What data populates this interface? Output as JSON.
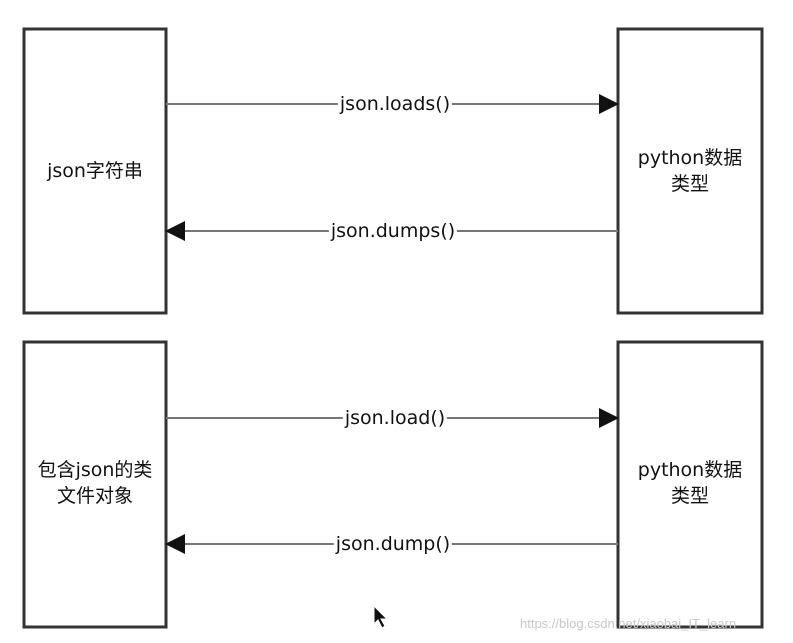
{
  "top": {
    "left_box": "json字符串",
    "right_box": "python数据类型",
    "arrow_right": "json.loads()",
    "arrow_left": "json.dumps()"
  },
  "bottom": {
    "left_box": "包含json的类文件对象",
    "right_box": "python数据类型",
    "arrow_right": "json.load()",
    "arrow_left": "json.dump()"
  },
  "watermark": "https://blog.csdn.net/xiaobai_IT_learn",
  "colors": {
    "box_border": "#333333",
    "arrow": "#666666"
  }
}
